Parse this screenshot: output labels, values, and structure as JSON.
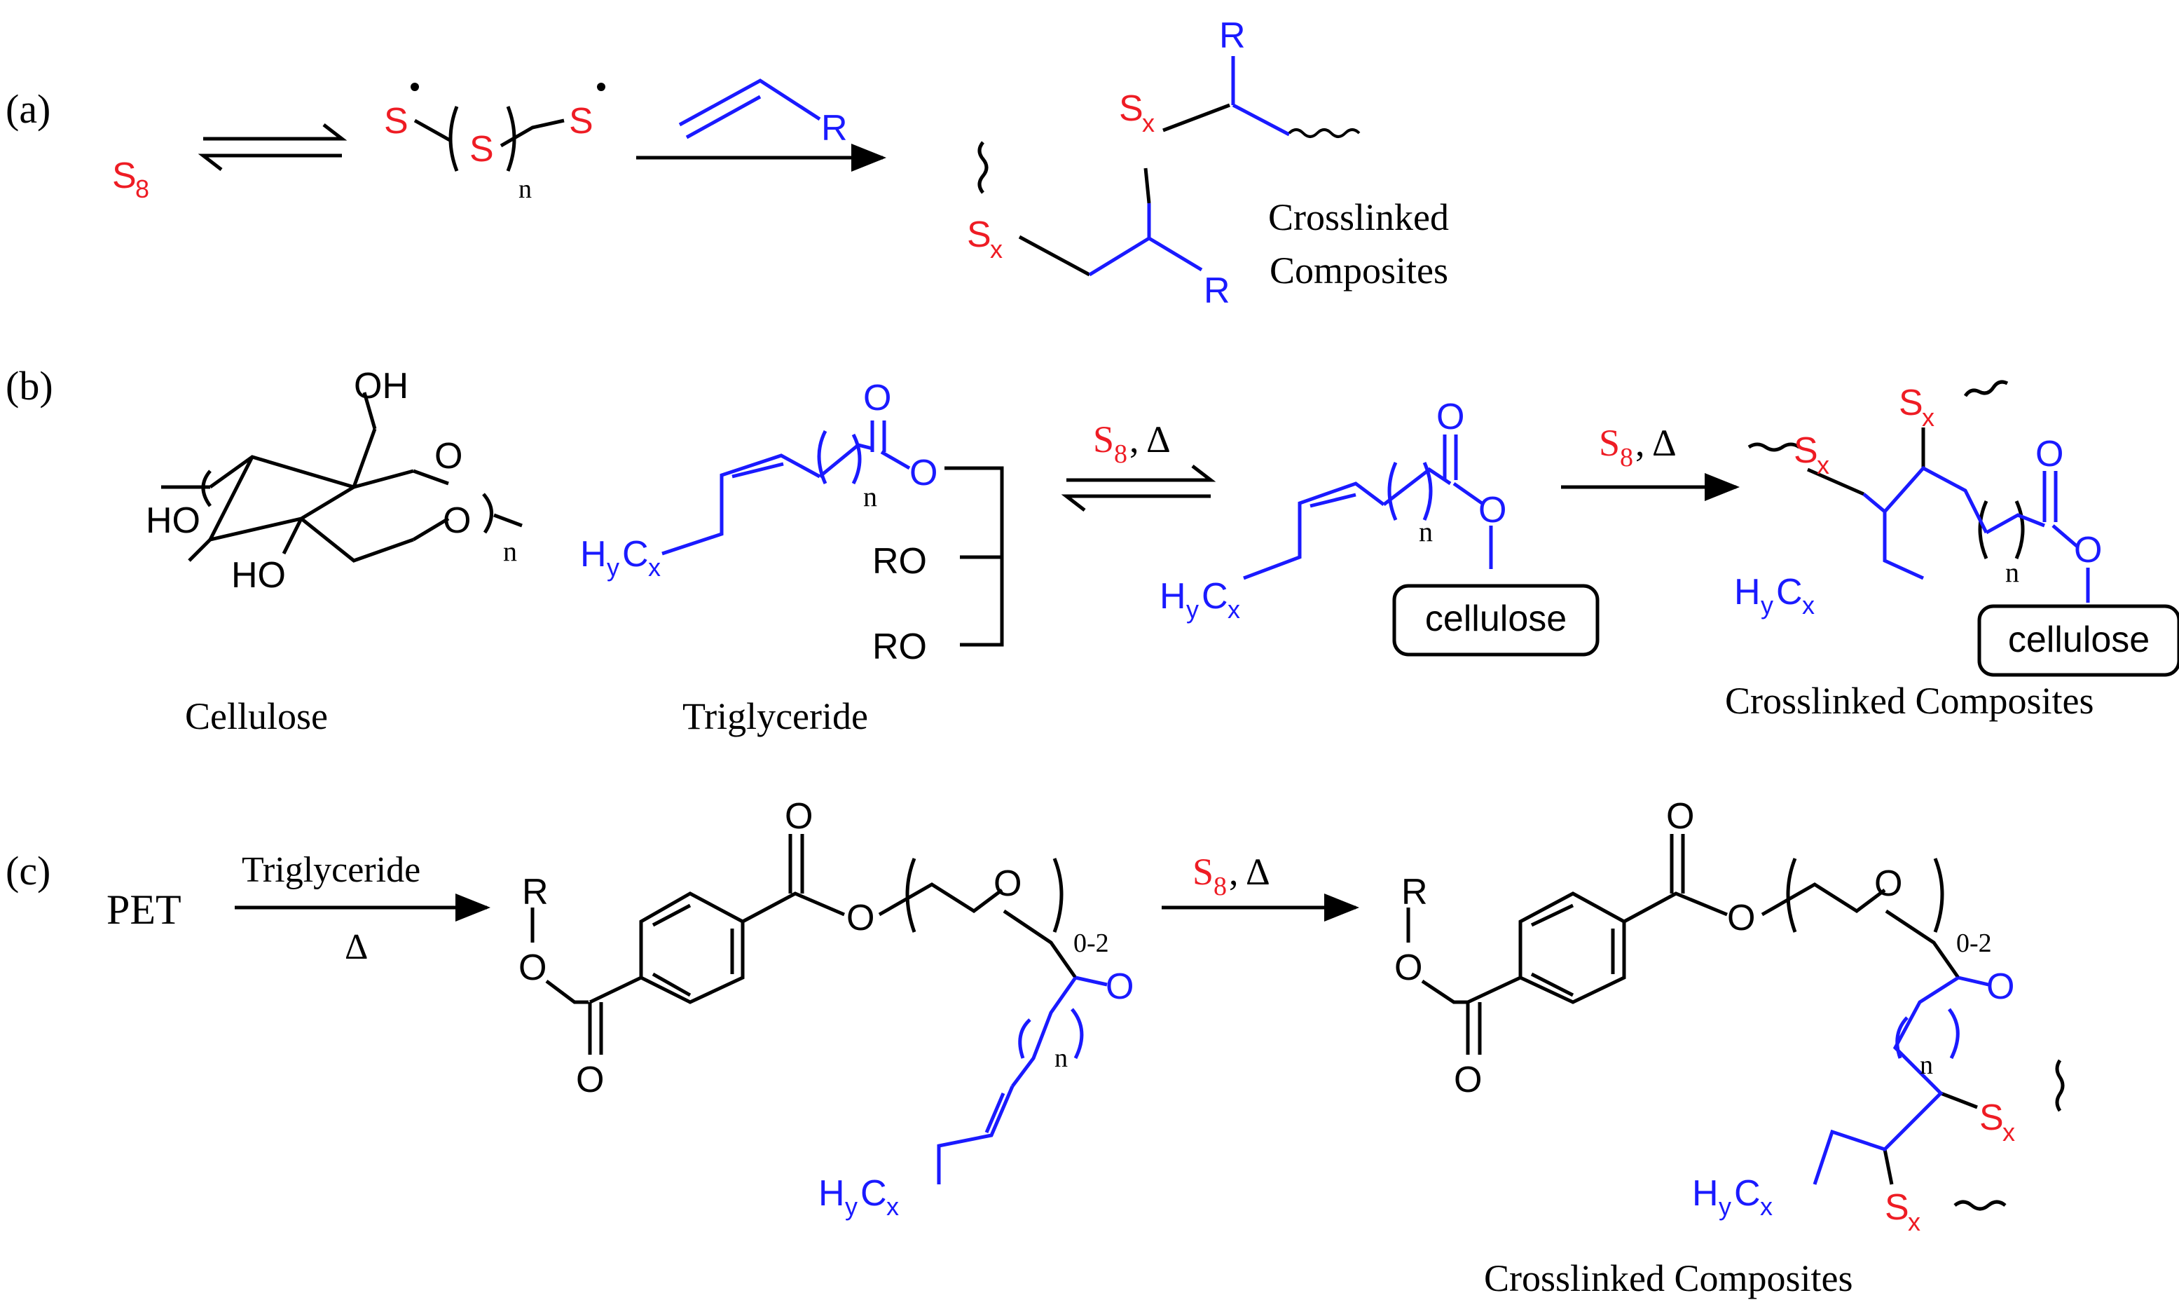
{
  "colors": {
    "black": "#000000",
    "red": "#ee1c24",
    "blue": "#1a1aff"
  },
  "panel_a": {
    "label": "(a)",
    "s8": "S",
    "s8_sub": "8",
    "radical_s": "S",
    "chain_s": "S",
    "chain_n": "n",
    "alkene_r": "R",
    "product_r_top": "R",
    "product_r_bottom": "R",
    "sx_s": "S",
    "sx_x": "x",
    "caption_line1": "Crosslinked",
    "caption_line2": "Composites"
  },
  "panel_b": {
    "label": "(b)",
    "cellulose_oh_top": "OH",
    "cellulose_o_ring": "O",
    "cellulose_o_link": "O",
    "cellulose_ho_left": "HO",
    "cellulose_ho_bottom": "HO",
    "cellulose_n": "n",
    "cellulose_caption": "Cellulose",
    "tri_carbonyl_o": "O",
    "tri_ester_o": "O",
    "tri_n": "n",
    "tri_ro_top": "RO",
    "tri_ro_bottom": "RO",
    "tri_h": "H",
    "tri_y": "y",
    "tri_c": "C",
    "tri_x": "x",
    "tri_caption": "Triglyceride",
    "cond1_s": "S",
    "cond1_sub": "8",
    "cond1_rest": ", Δ",
    "mid_carbonyl_o": "O",
    "mid_ester_o": "O",
    "mid_n": "n",
    "mid_box": "cellulose",
    "cond2_s": "S",
    "cond2_sub": "8",
    "cond2_rest": ", Δ",
    "prod_sx_s": "S",
    "prod_sx_x": "x",
    "prod_carbonyl_o": "O",
    "prod_ester_o": "O",
    "prod_n": "n",
    "prod_box": "cellulose",
    "prod_caption": "Crosslinked Composites"
  },
  "panel_c": {
    "label": "(c)",
    "pet": "PET",
    "cond1_top": "Triglyceride",
    "cond1_bottom": "Δ",
    "r": "R",
    "o": "O",
    "sub_0_2": "0-2",
    "n": "n",
    "cond2_s": "S",
    "cond2_sub": "8",
    "cond2_rest": ", Δ",
    "sx_s": "S",
    "sx_x": "x",
    "h": "H",
    "y": "y",
    "c": "C",
    "x": "x",
    "caption": "Crosslinked Composites"
  }
}
